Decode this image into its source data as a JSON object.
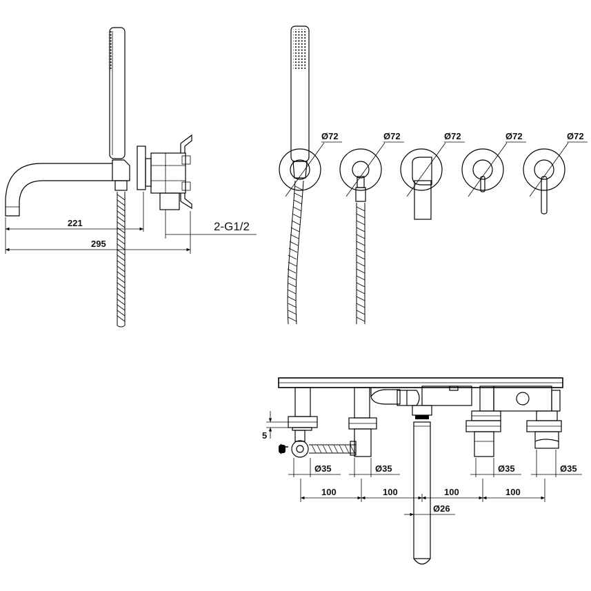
{
  "dimensions": {
    "spout_reach": "221",
    "overall_length": "295",
    "inlets": "2-G1/2",
    "rosette_diameter": "Ø72",
    "handle_diameter": "Ø35",
    "spout_diameter": "Ø26",
    "spacing": "100",
    "plate_gap": "5"
  }
}
